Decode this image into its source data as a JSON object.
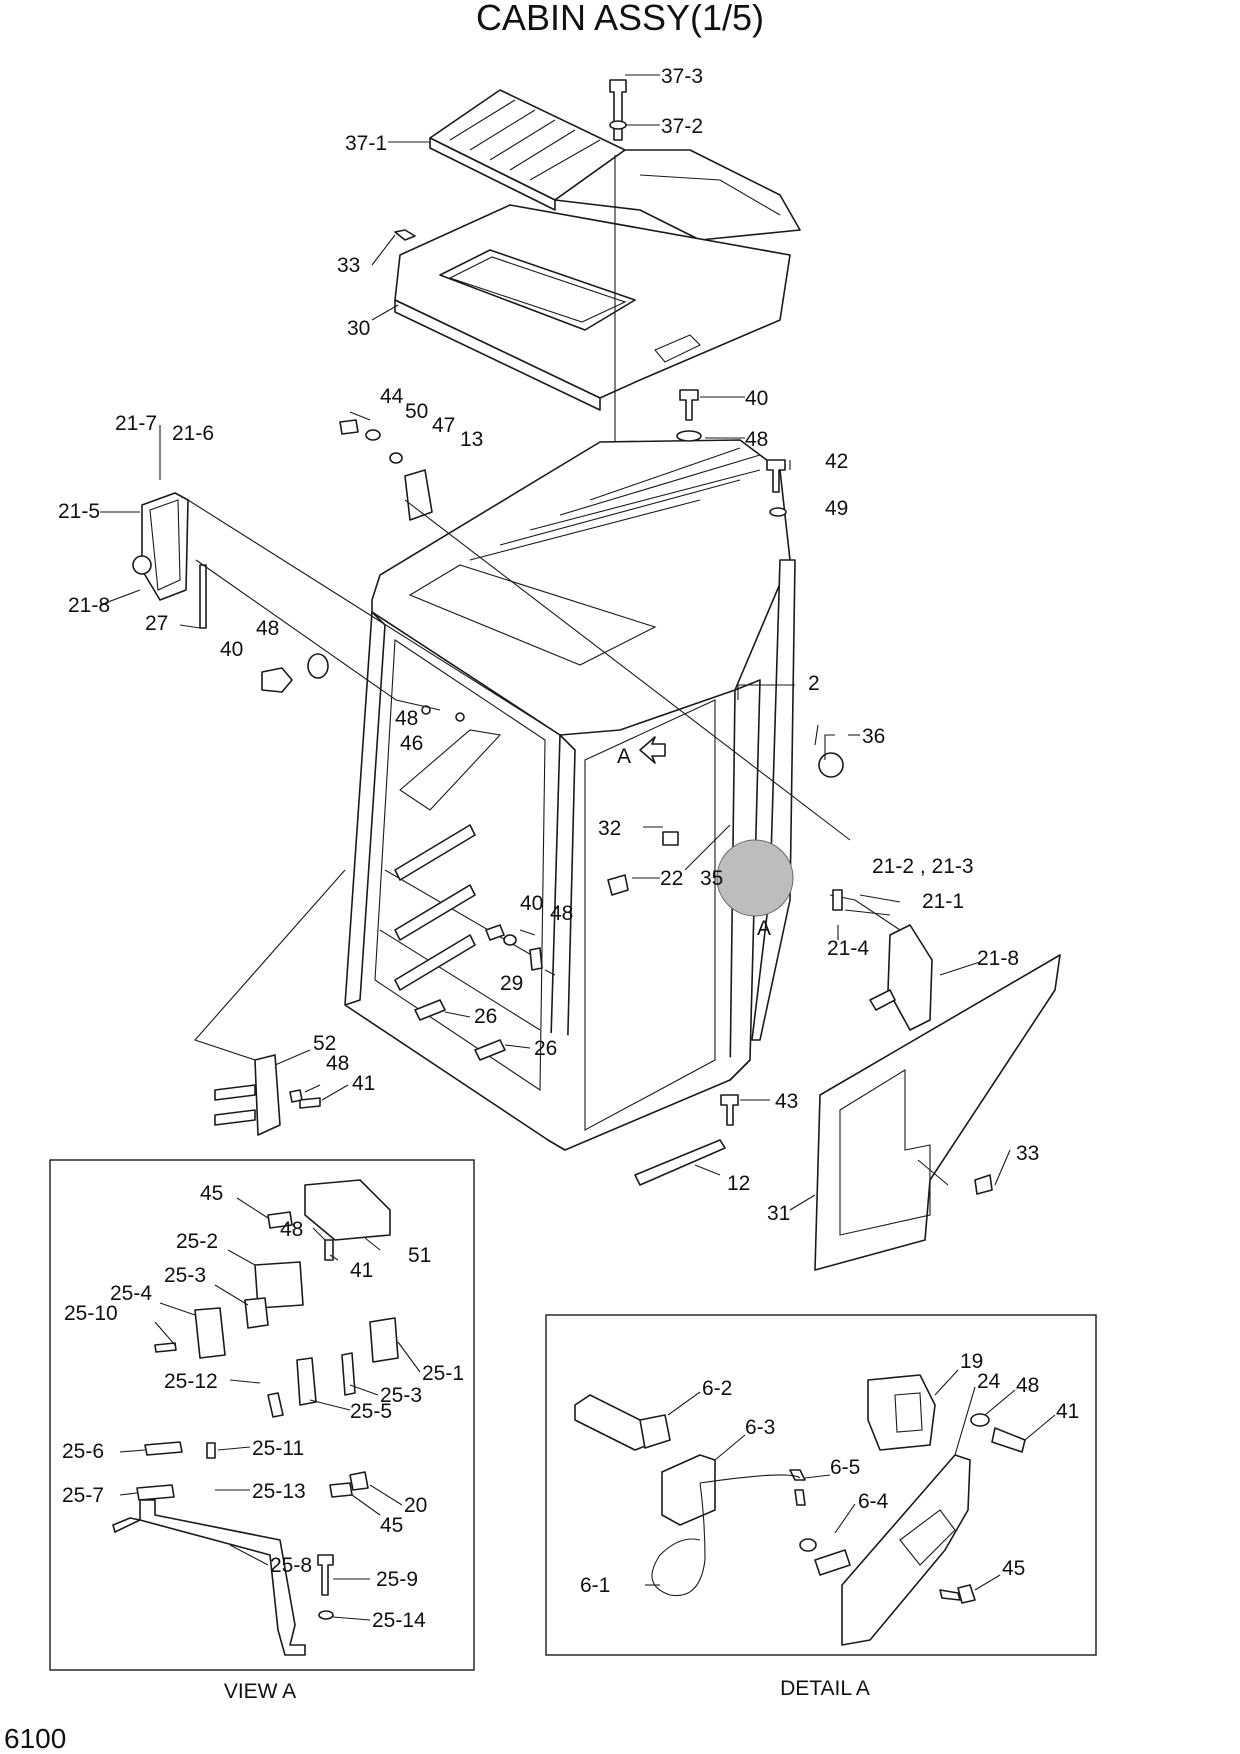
{
  "title": "CABIN ASSY(1/5)",
  "page_number": "6100",
  "view_a_caption": "VIEW A",
  "detail_a_caption": "DETAIL A",
  "marker_a_arrow": "A",
  "marker_a_circle": "A",
  "labels": {
    "p37_3": "37-3",
    "p37_2": "37-2",
    "p37_1": "37-1",
    "p33_top": "33",
    "p30": "30",
    "p44": "44",
    "p50": "50",
    "p47": "47",
    "p13": "13",
    "p40_top": "40",
    "p48_top": "48",
    "p42": "42",
    "p49": "49",
    "p21_7": "21-7",
    "p21_6": "21-6",
    "p21_5": "21-5",
    "p21_8_left": "21-8",
    "p27": "27",
    "p48_left": "48",
    "p40_left": "40",
    "p48_mid": "48",
    "p46": "46",
    "p2": "2",
    "p36": "36",
    "p32": "32",
    "p22": "22",
    "p35": "35",
    "p21_23": "21-2 , 21-3",
    "p21_1": "21-1",
    "p21_4": "21-4",
    "p21_8_right": "21-8",
    "p40_mid": "40",
    "p48_mid2": "48",
    "p29": "29",
    "p26_a": "26",
    "p26_b": "26",
    "p52": "52",
    "p48_low": "48",
    "p41_low": "41",
    "p43": "43",
    "p12": "12",
    "p33_right": "33",
    "p31": "31"
  },
  "view_a_labels": {
    "p45_a": "45",
    "p48": "48",
    "p41": "41",
    "p51": "51",
    "p25_2": "25-2",
    "p25_3_a": "25-3",
    "p25_4": "25-4",
    "p25_10": "25-10",
    "p25_1": "25-1",
    "p25_12": "25-12",
    "p25_3_b": "25-3",
    "p25_5": "25-5",
    "p25_6": "25-6",
    "p25_11": "25-11",
    "p25_7": "25-7",
    "p25_13": "25-13",
    "p20": "20",
    "p45_b": "45",
    "p25_8": "25-8",
    "p25_9": "25-9",
    "p25_14": "25-14"
  },
  "detail_a_labels": {
    "p6_2": "6-2",
    "p6_3": "6-3",
    "p6_5": "6-5",
    "p6_4": "6-4",
    "p6_1": "6-1",
    "p19": "19",
    "p48": "48",
    "p41": "41",
    "p24": "24",
    "p45": "45"
  }
}
